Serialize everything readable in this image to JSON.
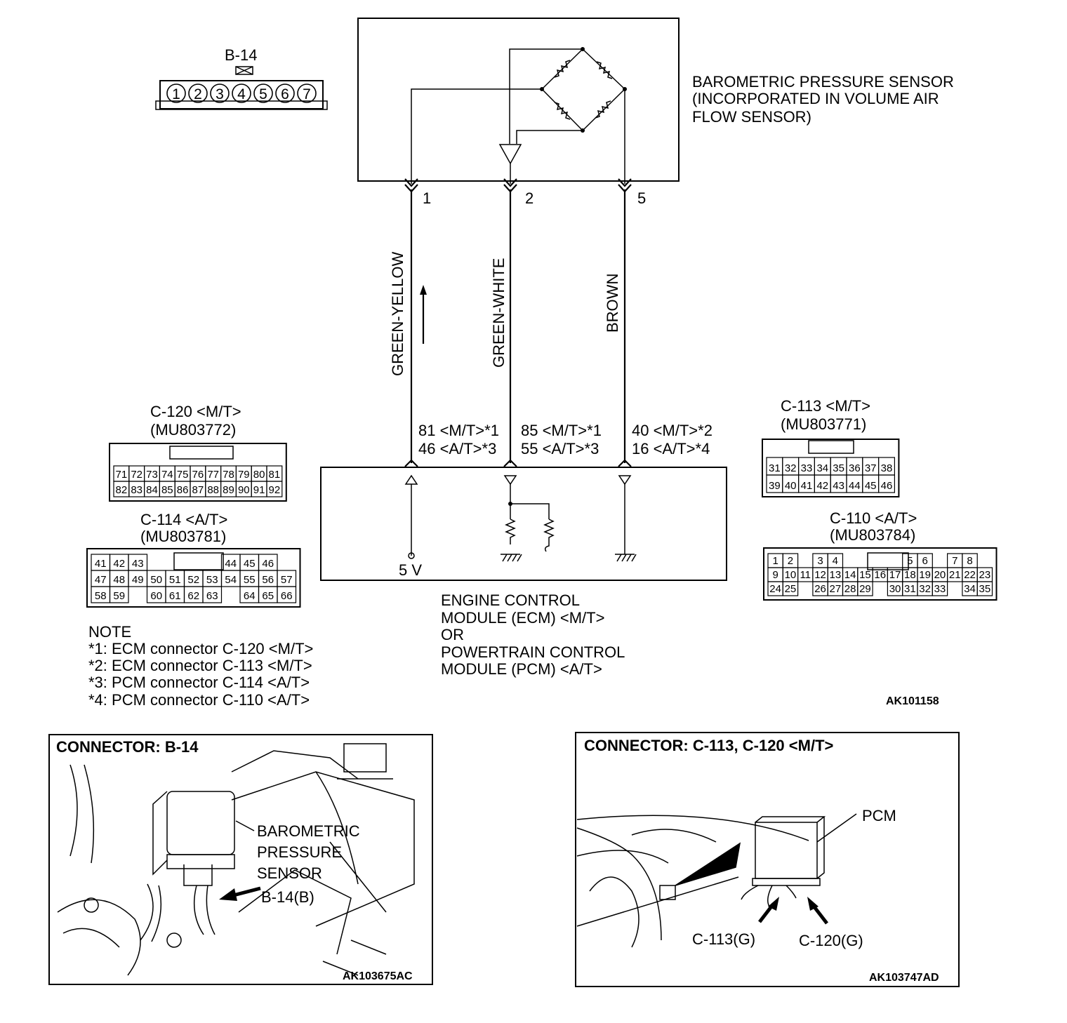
{
  "sensor": {
    "title_lines": [
      "BAROMETRIC PRESSURE SENSOR",
      "(INCORPORATED IN VOLUME AIR",
      "FLOW SENSOR)"
    ],
    "pins": [
      "1",
      "2",
      "5"
    ]
  },
  "b14": {
    "label": "B-14",
    "pins": [
      "1",
      "2",
      "3",
      "4",
      "5",
      "6",
      "7"
    ]
  },
  "wires": [
    {
      "color": "GREEN-YELLOW",
      "ecm_pins": [
        "81 <M/T>*1",
        "46 <A/T>*3"
      ]
    },
    {
      "color": "GREEN-WHITE",
      "ecm_pins": [
        "85 <M/T>*1",
        "55 <A/T>*3"
      ]
    },
    {
      "color": "BROWN",
      "ecm_pins": [
        "40 <M/T>*2",
        "16 <A/T>*4"
      ]
    }
  ],
  "ecm": {
    "voltage": "5 V",
    "title_lines": [
      "ENGINE CONTROL",
      "MODULE (ECM) <M/T>",
      "OR",
      "POWERTRAIN CONTROL",
      "MODULE (PCM) <A/T>"
    ]
  },
  "connectors": {
    "c120": {
      "title": "C-120 <M/T>",
      "part": "(MU803772)",
      "rows": [
        [
          "71",
          "72",
          "73",
          "74",
          "75",
          "76",
          "77",
          "78",
          "79",
          "80",
          "81"
        ],
        [
          "82",
          "83",
          "84",
          "85",
          "86",
          "87",
          "88",
          "89",
          "90",
          "91",
          "92"
        ]
      ]
    },
    "c114": {
      "title": "C-114 <A/T>",
      "part": "(MU803781)",
      "rows": [
        [
          "41",
          "42",
          "43",
          "",
          "",
          "",
          "",
          "44",
          "45",
          "46"
        ],
        [
          "47",
          "48",
          "49",
          "50",
          "51",
          "52",
          "53",
          "54",
          "55",
          "56",
          "57"
        ],
        [
          "58",
          "59",
          "",
          "60",
          "61",
          "62",
          "63",
          "",
          "64",
          "65",
          "66"
        ]
      ]
    },
    "c113": {
      "title": "C-113 <M/T>",
      "part": "(MU803771)",
      "rows": [
        [
          "31",
          "32",
          "33",
          "34",
          "35",
          "36",
          "37",
          "38"
        ],
        [
          "39",
          "40",
          "41",
          "42",
          "43",
          "44",
          "45",
          "46"
        ]
      ]
    },
    "c110": {
      "title": "C-110 <A/T>",
      "part": "(MU803784)",
      "rows": [
        [
          "1",
          "2",
          "",
          "3",
          "4",
          "",
          "",
          "",
          "",
          "5",
          "6",
          "",
          "7",
          "8"
        ],
        [
          "9",
          "10",
          "11",
          "12",
          "13",
          "14",
          "15",
          "16",
          "17",
          "18",
          "19",
          "20",
          "21",
          "22",
          "23"
        ],
        [
          "24",
          "25",
          "",
          "26",
          "27",
          "28",
          "29",
          "",
          "30",
          "31",
          "32",
          "33",
          "",
          "34",
          "35"
        ]
      ]
    }
  },
  "notes": {
    "heading": "NOTE",
    "items": [
      "*1: ECM connector C-120 <M/T>",
      "*2: ECM connector C-113 <M/T>",
      "*3: PCM connector C-114 <A/T>",
      "*4: PCM connector C-110 <A/T>"
    ]
  },
  "diagram_code": "AK101158",
  "photo_left": {
    "title": "CONNECTOR: B-14",
    "callout_lines": [
      "BAROMETRIC",
      "PRESSURE",
      "SENSOR"
    ],
    "pointer": "B-14(B)",
    "code": "AK103675AC"
  },
  "photo_right": {
    "title": "CONNECTOR: C-113, C-120 <M/T>",
    "module": "PCM",
    "pointer_left": "C-113(G)",
    "pointer_right": "C-120(G)",
    "code": "AK103747AD"
  }
}
